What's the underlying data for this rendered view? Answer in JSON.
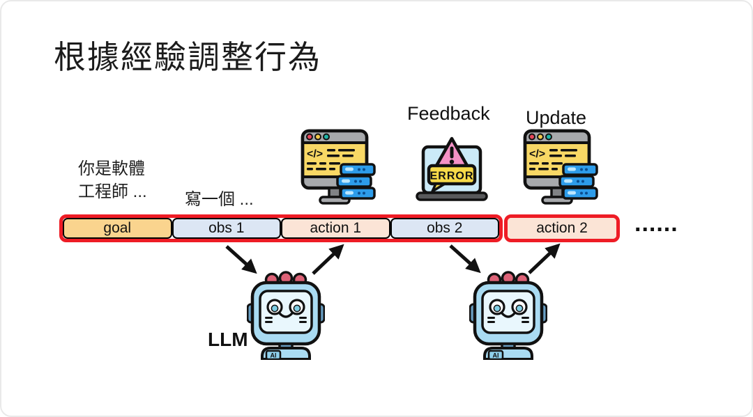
{
  "slide": {
    "title": "根據經驗調整行為",
    "labels": {
      "system_prompt_line1": "你是軟體",
      "system_prompt_line2": "工程師 ...",
      "user_prompt": "寫一個 ...",
      "feedback": "Feedback",
      "update": "Update",
      "llm": "LLM",
      "ellipsis": "......"
    },
    "sequence": {
      "segments": [
        {
          "label": "goal",
          "type": "goal"
        },
        {
          "label": "obs 1",
          "type": "obs"
        },
        {
          "label": "action 1",
          "type": "action"
        },
        {
          "label": "obs 2",
          "type": "obs"
        },
        {
          "label": "action 2",
          "type": "action"
        }
      ]
    },
    "icons": {
      "code_editor": {
        "name": "code-editor-with-database-icon",
        "code_glyph": "</>"
      },
      "error": {
        "name": "error-laptop-icon",
        "label": "ERROR"
      },
      "robot": {
        "name": "ai-robot-icon",
        "badge": "AI"
      }
    },
    "colors": {
      "highlight_red": "#EE1C25",
      "goal_fill": "#FAD48E",
      "obs_fill": "#DCE6F4",
      "action_fill": "#FBE4D6",
      "editor_yellow": "#F8D865",
      "server_blue": "#2D9CEA",
      "warning_pink": "#F491C6",
      "bubble_yellow": "#F8DB49",
      "robot_blue": "#A9DBF2",
      "arrow_black": "#111111"
    }
  }
}
